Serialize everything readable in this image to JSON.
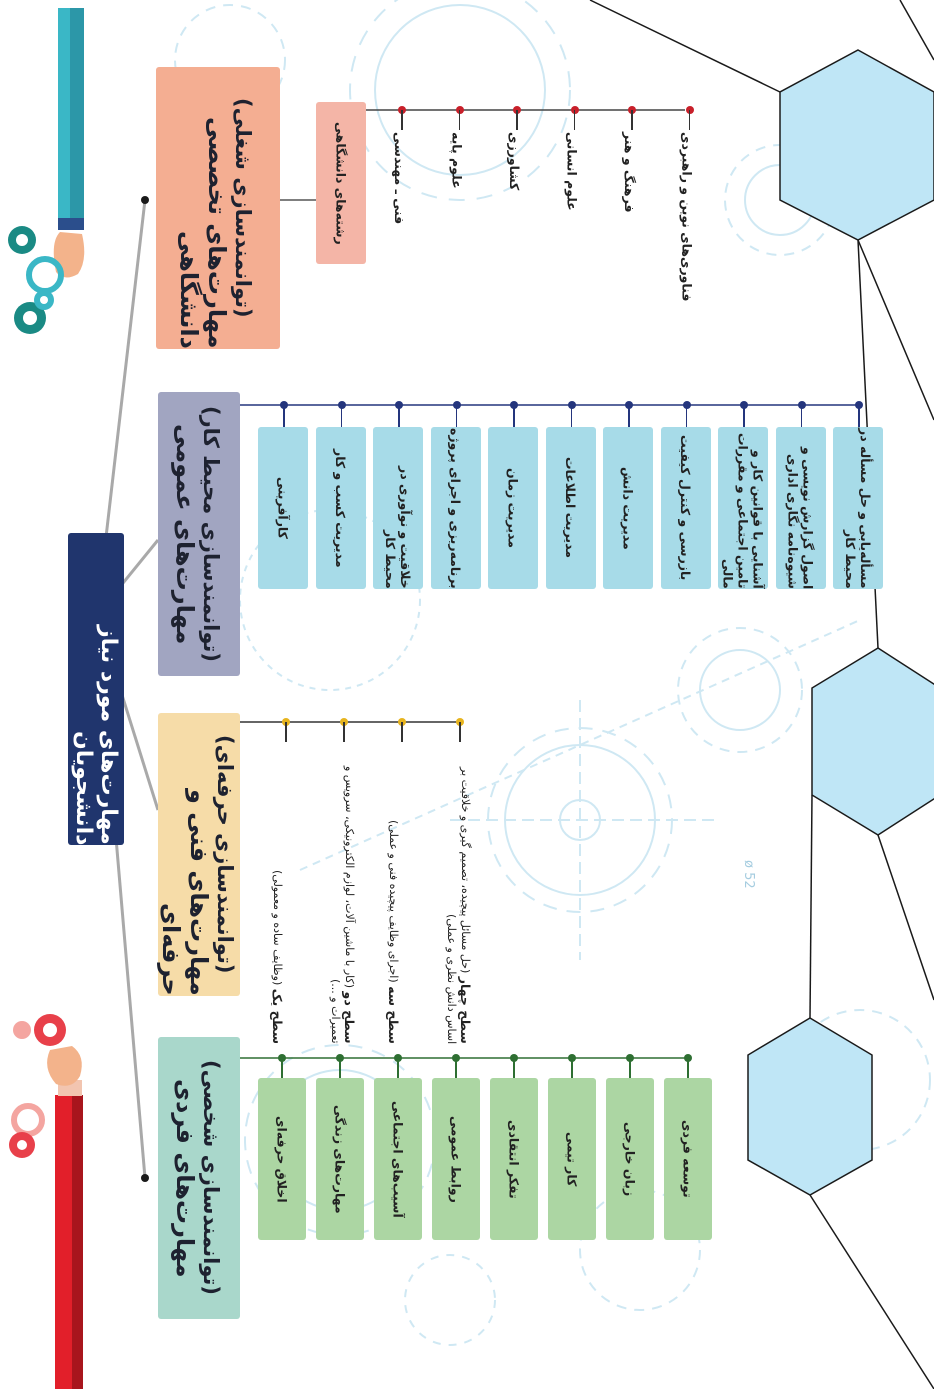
{
  "title": "مهارت‌های مورد نیاز دانشجویان",
  "columns": {
    "individual": {
      "title": "مهارت‌های فردی",
      "subtitle": "(توانمندسازی شخصی)",
      "items": [
        "اخلاق حرفه‌ای",
        "مهارت‌های زندگی",
        "آسیب‌های اجتماعی",
        "روابط عمومی",
        "تفکر انتقادی",
        "کار تیمی",
        "زبان خارجی",
        "توسعه فردی"
      ]
    },
    "technical": {
      "title": "مهارت‌های فنی و حرفه‌ای",
      "subtitle": "(توانمندسازی حرفه‌ای)",
      "levels": [
        {
          "label": "سطح یک",
          "desc": "(وظایف ساده و معمولی)"
        },
        {
          "label": "سطح دو",
          "desc": "(کار با ماشین آلات، لوازم الکترونیکی، سرویس و تعمیرات و ...)"
        },
        {
          "label": "سطح سه",
          "desc": "(اجرای وظایف پیچیده فنی و عملی)"
        },
        {
          "label": "سطح چهار",
          "desc": "(حل مسائل پیچیده، تصمیم گیری و خلاقیت بر اساس دانش نظری و عملی)"
        }
      ]
    },
    "general": {
      "title": "مهارت‌های عمومی",
      "subtitle": "(توانمندسازی محیط کار)",
      "items": [
        "کارآفرینی",
        "مدیریت کسب و کار",
        "خلاقیت و نوآوری در محیط کار",
        "برنامه‌ریزی و اجرای پروژه",
        "مدیریت زمان",
        "مدیریت اطلاعات",
        "مدیریت دانش",
        "بازرسی و کنترل کیفیت",
        "آشنایی با قوانین کار و تامین اجتماعی و مقررات مالی",
        "اصول گزارش نویسی و شیوه‌نامه نگاری اداری",
        "مسأله‌یابی و حل مسأله در محیط کار"
      ]
    },
    "academic": {
      "title": "مهارت‌های تخصصی دانشگاهی",
      "subtitle": "(توانمندسازی شغلی)",
      "label": "رشته‌های دانشگاهی",
      "fields": [
        "فنی ـ مهندسی",
        "علوم پایه",
        "کشاورزی",
        "علوم انسانی",
        "فرهنگ و هنر",
        "فناوری‌های نوین و راهبردی"
      ]
    }
  },
  "decoration": {
    "dimension_label": "ø 52"
  },
  "colors": {
    "individual_header": "#a9d7cb",
    "individual_box": "#acd6a3",
    "individual_dot": "#2e6f32",
    "technical_header": "#f6dca8",
    "technical_dot": "#e7b41e",
    "general_header": "#a1a5c1",
    "general_box": "#a7dbe8",
    "general_dot": "#24357d",
    "academic_header": "#f4ae92",
    "academic_label_box": "#f4b5a7",
    "academic_dot": "#c8202a",
    "title_bg": "#20356d"
  }
}
